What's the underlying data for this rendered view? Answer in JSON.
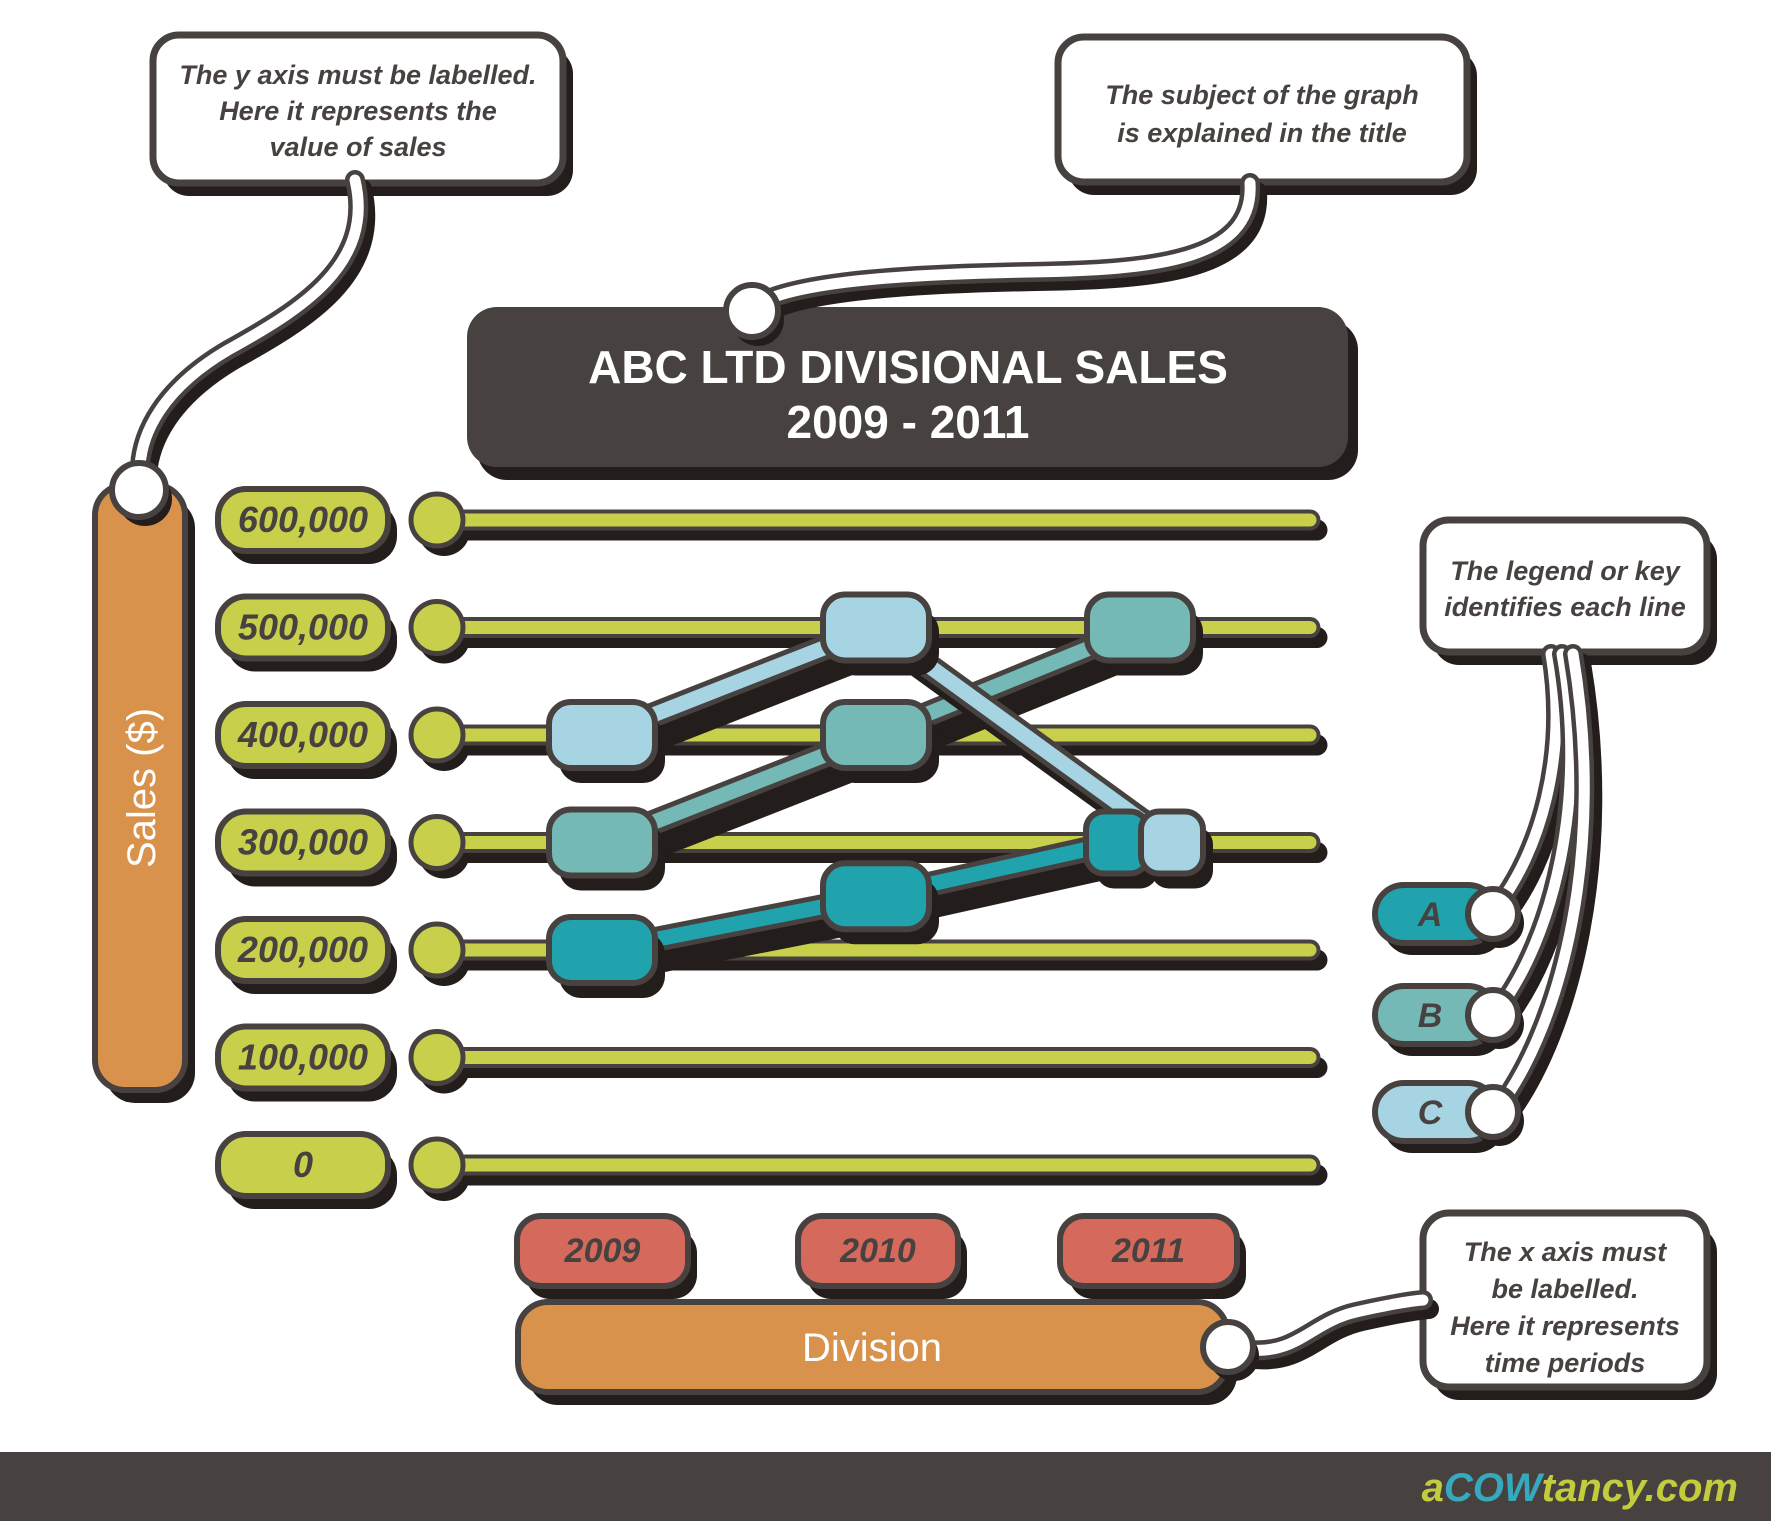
{
  "callouts": {
    "y_axis": {
      "lines": [
        "The y axis must be labelled.",
        "Here it represents the",
        "value of sales"
      ]
    },
    "title": {
      "lines": [
        "The subject of the graph",
        "is explained in the title"
      ]
    },
    "legend": {
      "lines": [
        "The legend or key",
        "identifies each line"
      ]
    },
    "x_axis": {
      "lines": [
        "The x axis must",
        "be labelled.",
        "Here it represents",
        "time periods"
      ]
    }
  },
  "chart": {
    "title_lines": [
      "ABC LTD DIVISIONAL SALES",
      "2009 - 2011"
    ],
    "y_axis_label": "Sales ($)",
    "x_axis_label": "Division"
  },
  "chart_data": {
    "type": "line",
    "title": "ABC LTD DIVISIONAL SALES 2009 - 2011",
    "xlabel": "Division",
    "ylabel": "Sales ($)",
    "x": [
      "2009",
      "2010",
      "2011"
    ],
    "yticks": [
      "600,000",
      "500,000",
      "400,000",
      "300,000",
      "200,000",
      "100,000",
      "0"
    ],
    "ytick_values": [
      600000,
      500000,
      400000,
      300000,
      200000,
      100000,
      0
    ],
    "ylim": [
      0,
      600000
    ],
    "grid": true,
    "legend_position": "right",
    "series": [
      {
        "name": "A",
        "color": "#21a3ae",
        "values": [
          200000,
          250000,
          300000
        ]
      },
      {
        "name": "B",
        "color": "#74b9b5",
        "values": [
          300000,
          400000,
          500000
        ]
      },
      {
        "name": "C",
        "color": "#a7d4e3",
        "values": [
          400000,
          500000,
          300000
        ]
      }
    ]
  },
  "footer": {
    "logo": {
      "part1": "a",
      "part2": "COW",
      "part3": "tancy.com"
    }
  },
  "colors": {
    "grid_yellow": "#c8d04b",
    "axis_orange": "#d8924b",
    "xtick_red": "#d4695c",
    "dark": "#474240",
    "shadow": "#231e1b",
    "series_a": "#21a3ae",
    "series_b": "#74b9b5",
    "series_c": "#a7d4e3",
    "logo_yellow": "#c3cc3d",
    "logo_teal": "#35a9bd"
  }
}
